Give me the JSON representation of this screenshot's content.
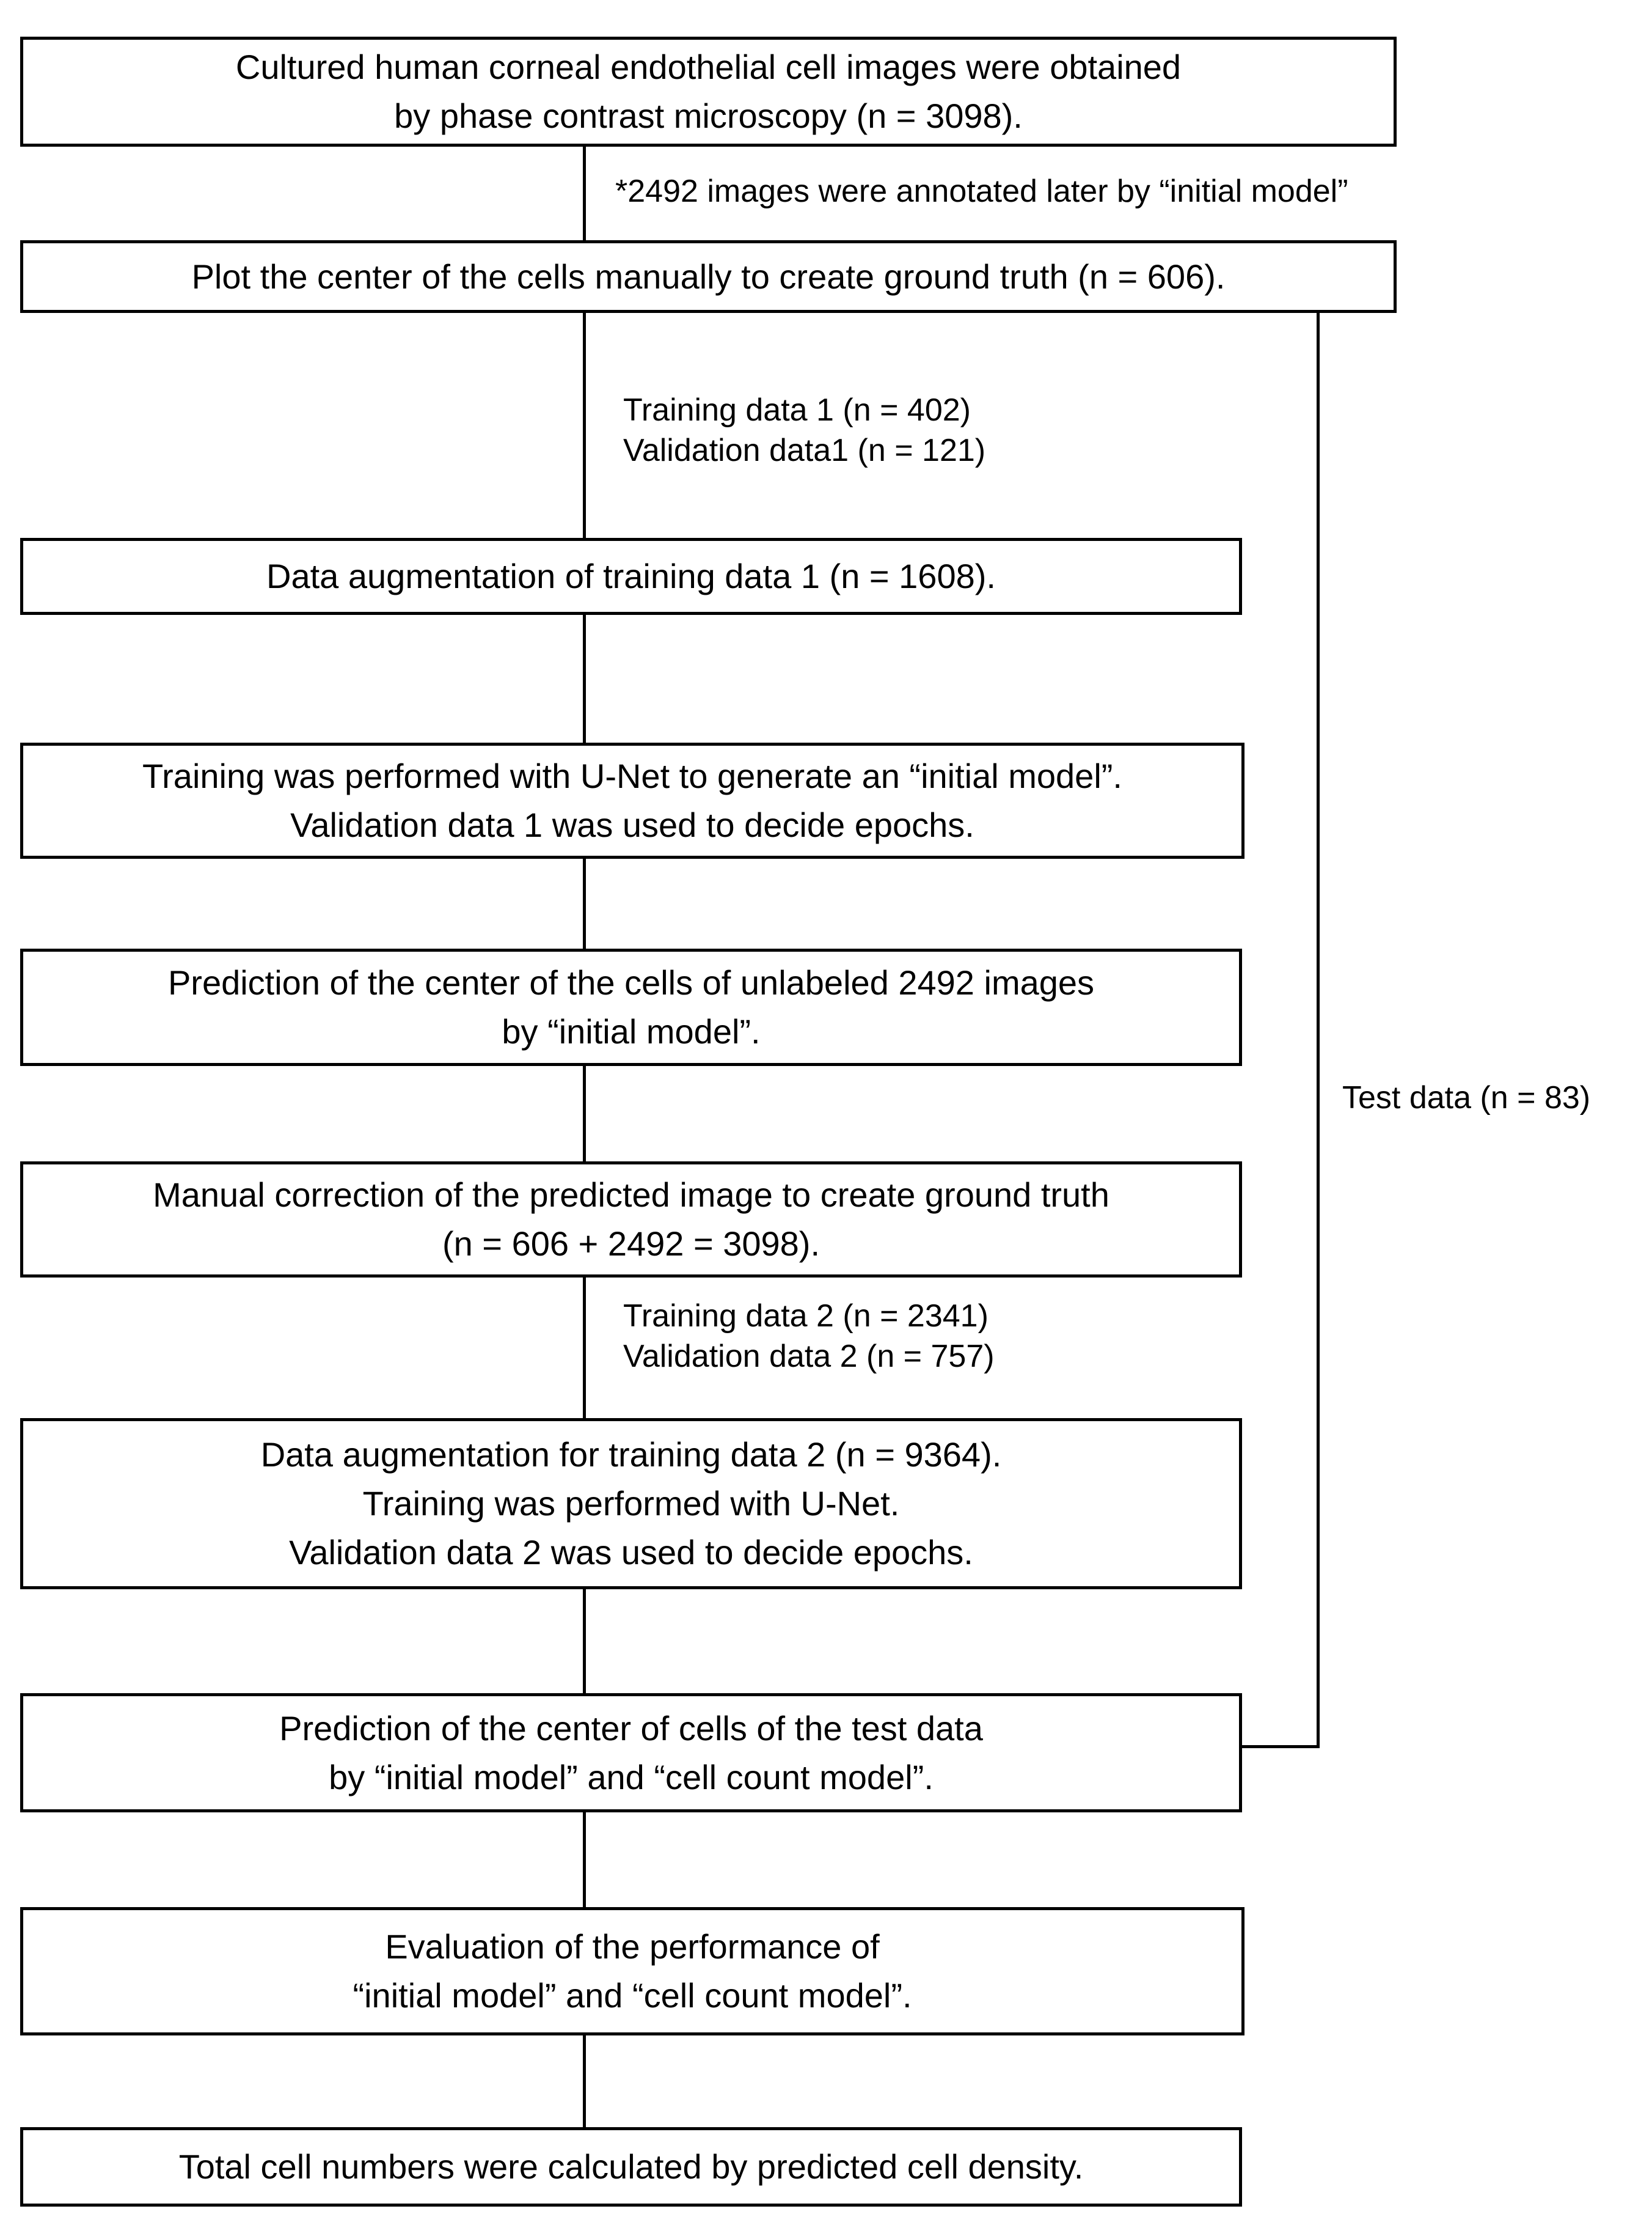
{
  "figure": {
    "colors": {
      "background": "#ffffff",
      "line": "#000000",
      "text": "#000000"
    },
    "boxes": [
      {
        "id": "image-acquisition",
        "text": "Cultured human corneal endothelial cell images were obtained\nby phase contrast microscopy (n = 3098)."
      },
      {
        "id": "manual-ground-truth",
        "text": "Plot the center of the cells manually to create ground truth (n = 606)."
      },
      {
        "id": "data-augmentation-1",
        "text": "Data augmentation of training data 1 (n = 1608)."
      },
      {
        "id": "training-initial-model",
        "text": "Training was performed with U-Net to generate an “initial model”.\nValidation data 1 was used to decide epochs."
      },
      {
        "id": "prediction-unlabeled",
        "text": "Prediction of the center of the cells of unlabeled 2492 images\nby “initial model”."
      },
      {
        "id": "manual-correction",
        "text": "Manual correction of the predicted image to create ground truth\n(n = 606 + 2492 = 3098)."
      },
      {
        "id": "data-augmentation-2",
        "text": "Data augmentation for training data 2 (n = 9364).\nTraining was performed with U-Net.\nValidation data 2 was used to decide epochs."
      },
      {
        "id": "prediction-test-data",
        "text": "Prediction of the center of cells of the test data\nby “initial model” and “cell count model”."
      },
      {
        "id": "evaluation",
        "text": "Evaluation of the performance of\n“initial model” and “cell count model”."
      },
      {
        "id": "total-cell-numbers",
        "text": "Total cell numbers were calculated by predicted cell density."
      }
    ],
    "annotations": {
      "initial_model_note": "*2492 images were annotated later by “initial model”",
      "training_split_1": "Training data 1 (n = 402)\nValidation data1 (n = 121)",
      "training_split_2": "Training data 2 (n = 2341)\nValidation data 2 (n = 757)",
      "test_data": "Test data (n = 83)"
    }
  }
}
